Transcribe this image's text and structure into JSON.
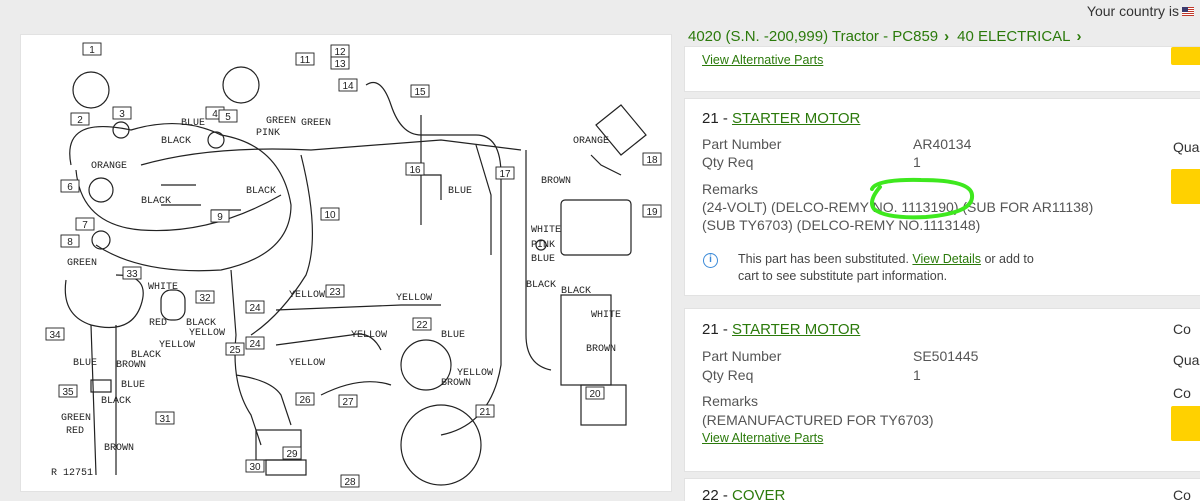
{
  "header": {
    "country_text": "Your country is"
  },
  "breadcrumb": {
    "model": "4020 (S.N. -200,999) Tractor - PC859",
    "section": "40 ELECTRICAL"
  },
  "partial_top_card": {
    "alt_link": "View Alternative Parts"
  },
  "cards": [
    {
      "item_no": "21 - ",
      "name": "STARTER MOTOR",
      "part_number_label": "Part Number",
      "part_number": "AR40134",
      "qty_label": "Qty Req",
      "qty": "1",
      "remarks_label": "Remarks",
      "remarks_line1": "(24-VOLT) (DELCO-REMY NO. 1113190) (SUB FOR AR11138)",
      "remarks_line2": "(SUB TY6703) (DELCO-REMY NO.1113148)",
      "cut_label": "Qua",
      "info_line1_pre": "This part has been substituted. ",
      "info_link": "View Details",
      "info_line1_post": " or add to",
      "info_line2": "cart to see substitute part information."
    },
    {
      "item_no": "21 - ",
      "name": "STARTER MOTOR",
      "part_number_label": "Part Number",
      "part_number": "SE501445",
      "qty_label": "Qty Req",
      "qty": "1",
      "remarks_label": "Remarks",
      "remarks_line1": "(REMANUFACTURED FOR TY6703)",
      "alt_link": "View Alternative Parts",
      "cut_label_top": "Co",
      "cut_label": "Qua",
      "cut_label_bottom": "Co"
    },
    {
      "item_no": "22 - ",
      "name": "COVER",
      "cut_label": "Co"
    }
  ],
  "diagram": {
    "callouts": [
      "1",
      "2",
      "3",
      "4",
      "5",
      "6",
      "7",
      "8",
      "9",
      "10",
      "11",
      "12",
      "13",
      "14",
      "15",
      "16",
      "17",
      "18",
      "19",
      "20",
      "21",
      "22",
      "23",
      "24",
      "24",
      "25",
      "26",
      "27",
      "28",
      "29",
      "30",
      "31",
      "32",
      "33",
      "34",
      "35"
    ],
    "wire_labels": [
      "BLUE",
      "BLACK",
      "ORANGE",
      "GREEN",
      "PINK",
      "GREEN",
      "BLACK",
      "BLACK",
      "ORANGE",
      "BLUE",
      "BROWN",
      "WHITE",
      "PINK",
      "BLUE",
      "BLACK",
      "GREEN",
      "WHITE",
      "RED",
      "BLACK",
      "YELLOW",
      "YELLOW",
      "BLACK",
      "BROWN",
      "BLUE",
      "YELLOW",
      "YELLOW",
      "YELLOW",
      "YELLOW",
      "BLUE",
      "BROWN",
      "YELLOW",
      "BLUE",
      "BLACK",
      "GREEN",
      "RED",
      "BROWN",
      "BLACK",
      "WHITE",
      "BROWN"
    ],
    "figure_code": "R 12751"
  },
  "colors": {
    "link_green": "#2b7a0b",
    "button_yellow": "#ffd100",
    "highlight_green": "#3ee81e",
    "info_blue": "#3b8ad8"
  }
}
